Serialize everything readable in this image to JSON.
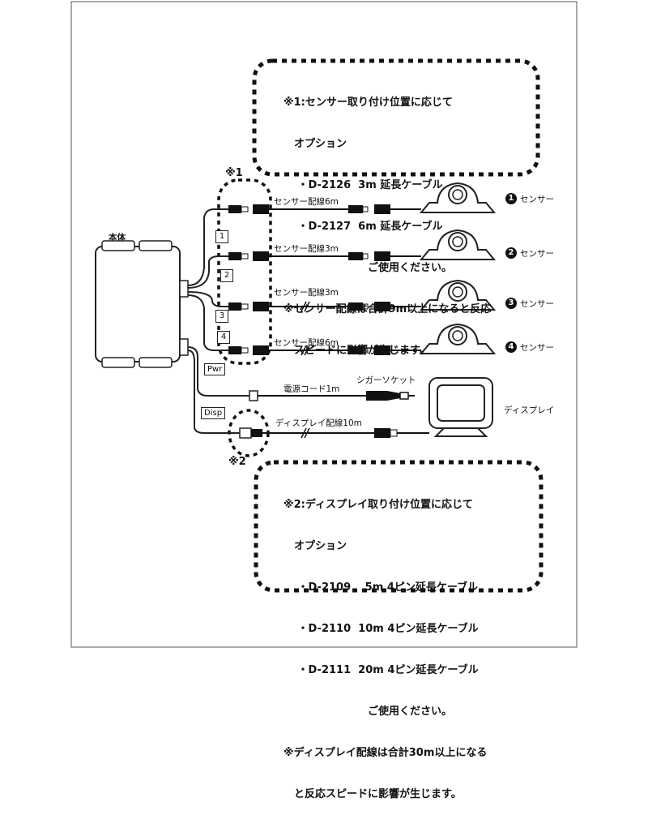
{
  "note1": {
    "lines": [
      "※1:センサー取り付け位置に応じて",
      "　オプション",
      "　 ・D-2126  3m 延長ケーブル",
      "　 ・D-2127  6m 延長ケーブル",
      "　　　　　　　　ご使用ください。",
      "※センサー配線は合計9m以上になると反応",
      "　スピードに影響が生じます。"
    ]
  },
  "note2": {
    "lines": [
      "※2:ディスプレイ取り付け位置に応じて",
      "　オプション",
      "　 ・D-2109　 5m 4ピン延長ケーブル",
      "　 ・D-2110  10m 4ピン延長ケーブル",
      "　 ・D-2111  20m 4ピン延長ケーブル",
      "　　　　　　　　ご使用ください。",
      "※ディスプレイ配線は合計30m以上になる",
      "　と反応スピードに影響が生じます。"
    ]
  },
  "marks": {
    "m1": "※1",
    "m2": "※2"
  },
  "main_unit_label": "本体",
  "ports": {
    "pwr": "Pwr",
    "disp": "Disp"
  },
  "sensors": [
    {
      "num": "1",
      "badge": "❶",
      "cable": "センサー配線6m",
      "name": "センサー"
    },
    {
      "num": "2",
      "badge": "❷",
      "cable": "センサー配線3m",
      "name": "センサー"
    },
    {
      "num": "3",
      "badge": "❸",
      "cable": "センサー配線3m",
      "name": "センサー"
    },
    {
      "num": "4",
      "badge": "❹",
      "cable": "センサー配線6m",
      "name": "センサー"
    }
  ],
  "power": {
    "cord": "電源コード1m",
    "socket": "シガーソケット"
  },
  "display": {
    "cable": "ディスプレイ配線10m",
    "name": "ディスプレイ"
  }
}
